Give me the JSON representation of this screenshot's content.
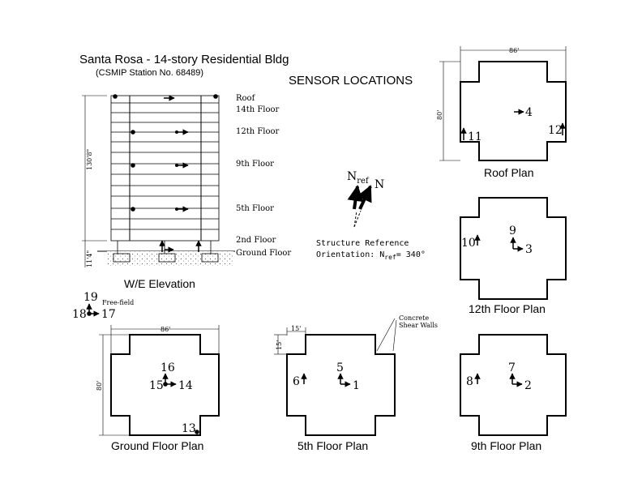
{
  "header": {
    "title": "Santa Rosa - 14-story Residential Bldg",
    "station": "(CSMIP Station No. 68489)",
    "sensor_locations": "SENSOR LOCATIONS"
  },
  "elevation": {
    "caption": "W/E Elevation",
    "height_dim": "130'8\"",
    "basement_dim": "11'4\"",
    "floors": [
      "Roof",
      "14th Floor",
      "12th Floor",
      "9th Floor",
      "5th Floor",
      "2nd Floor",
      "Ground Floor"
    ]
  },
  "north": {
    "nref": "N",
    "nref_sub": "ref",
    "n": "N",
    "orientation_line1": "Structure Reference",
    "orientation_line2": "Orientation: N",
    "orientation_sub": "ref",
    "orientation_value": "= 340°"
  },
  "free_field": {
    "label": "Free-field",
    "s19": "19",
    "s18": "18",
    "s17": "17"
  },
  "plans": {
    "roof": {
      "caption": "Roof Plan",
      "width_dim": "86'",
      "depth_dim": "80'",
      "s4": "4",
      "s11": "11",
      "s12": "12"
    },
    "twelfth": {
      "caption": "12th Floor Plan",
      "s9": "9",
      "s3": "3",
      "s10": "10"
    },
    "ground": {
      "caption": "Ground Floor Plan",
      "width_dim": "86'",
      "depth_dim": "80'",
      "s16": "16",
      "s15": "15",
      "s14": "14",
      "s13": "13"
    },
    "fifth": {
      "caption": "5th Floor Plan",
      "wing_w": "15'",
      "wing_d": "15'",
      "walls_note_1": "Concrete",
      "walls_note_2": "Shear Walls",
      "s5": "5",
      "s1": "1",
      "s6": "6"
    },
    "ninth": {
      "caption": "9th Floor Plan",
      "s7": "7",
      "s2": "2",
      "s8": "8"
    }
  }
}
